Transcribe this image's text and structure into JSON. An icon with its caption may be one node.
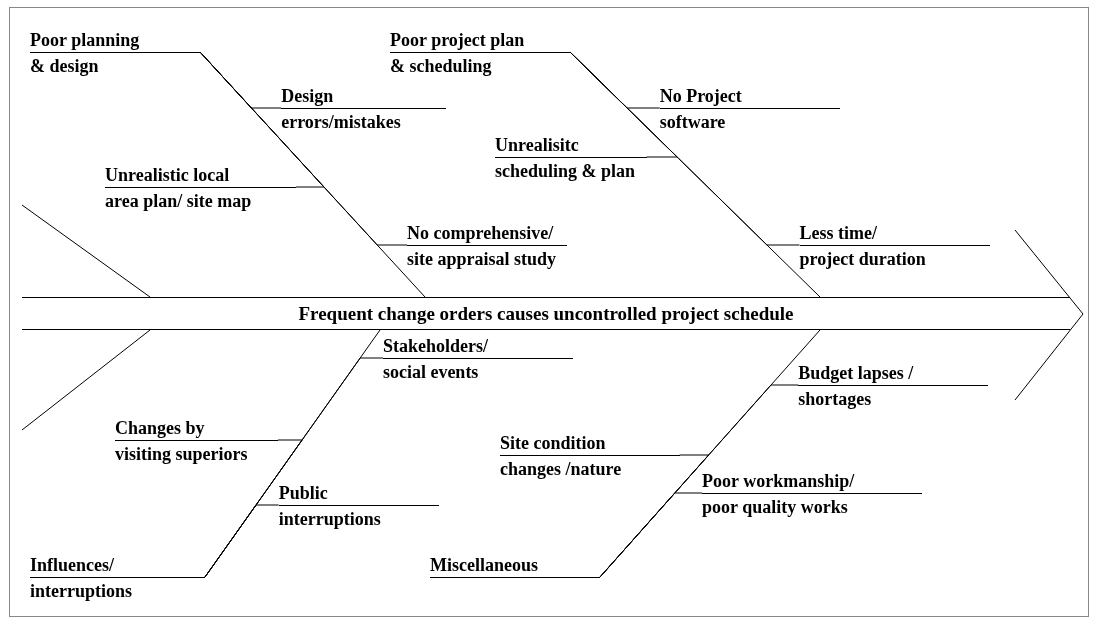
{
  "diagram": {
    "nodes": [
      {
        "text": [
          "Frequent change orders causes uncontrolled project schedule"
        ]
      },
      {
        "text": [
          "Poor planning & design"
        ]
      },
      {
        "text": [
          "Design errors/mistakes"
        ]
      },
      {
        "text": [
          "Unrealistic local area plan/ site map"
        ]
      },
      {
        "text": [
          "No comprehensive/ site appraisal study"
        ]
      },
      {
        "text": [
          "Poor project plan & scheduling"
        ]
      },
      {
        "text": [
          "No Project software"
        ]
      },
      {
        "text": [
          "Unrealisitc scheduling & plan"
        ]
      },
      {
        "text": [
          "Less time/ project duration"
        ]
      },
      {
        "text": [
          "Stakeholders/ social events"
        ]
      },
      {
        "text": [
          "Changes by visiting superiors"
        ]
      },
      {
        "text": [
          "Public interruptions"
        ]
      },
      {
        "text": [
          "Influences/ interruptions"
        ]
      },
      {
        "text": [
          "Budget lapses / shortages"
        ]
      },
      {
        "text": [
          "Site condition changes /nature"
        ]
      },
      {
        "text": [
          "Poor workmanship/ poor quality works"
        ]
      },
      {
        "text": [
          "Miscellaneous"
        ]
      }
    ],
    "edges": [
      {
        "from": 1,
        "to": 0,
        "arrow": "none"
      },
      {
        "from": 2,
        "to": 1,
        "arrow": "none"
      },
      {
        "from": 3,
        "to": 1,
        "arrow": "none"
      },
      {
        "from": 4,
        "to": 1,
        "arrow": "none"
      },
      {
        "from": 5,
        "to": 0,
        "arrow": "none"
      },
      {
        "from": 6,
        "to": 5,
        "arrow": "none"
      },
      {
        "from": 7,
        "to": 5,
        "arrow": "none"
      },
      {
        "from": 8,
        "to": 5,
        "arrow": "none"
      },
      {
        "from": 9,
        "to": 12,
        "arrow": "none"
      },
      {
        "from": 10,
        "to": 12,
        "arrow": "none"
      },
      {
        "from": 11,
        "to": 12,
        "arrow": "none"
      },
      {
        "from": 12,
        "to": 0,
        "arrow": "none"
      },
      {
        "from": 13,
        "to": 16,
        "arrow": "none"
      },
      {
        "from": 14,
        "to": 16,
        "arrow": "none"
      },
      {
        "from": 15,
        "to": 16,
        "arrow": "none"
      },
      {
        "from": 16,
        "to": 0,
        "arrow": "none"
      }
    ]
  }
}
